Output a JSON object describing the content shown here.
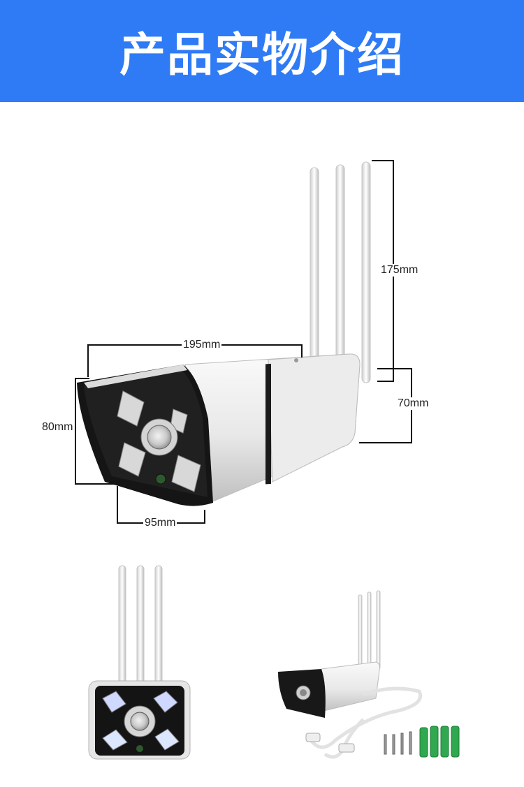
{
  "header": {
    "title": "产品实物介绍"
  },
  "dimensions": {
    "width": "195mm",
    "antenna": "175mm",
    "height": "80mm",
    "depth": "70mm",
    "front": "95mm"
  },
  "colors": {
    "banner": "#2f7bf5",
    "title": "#ffffff",
    "accessory_green": "#2fa84f"
  }
}
